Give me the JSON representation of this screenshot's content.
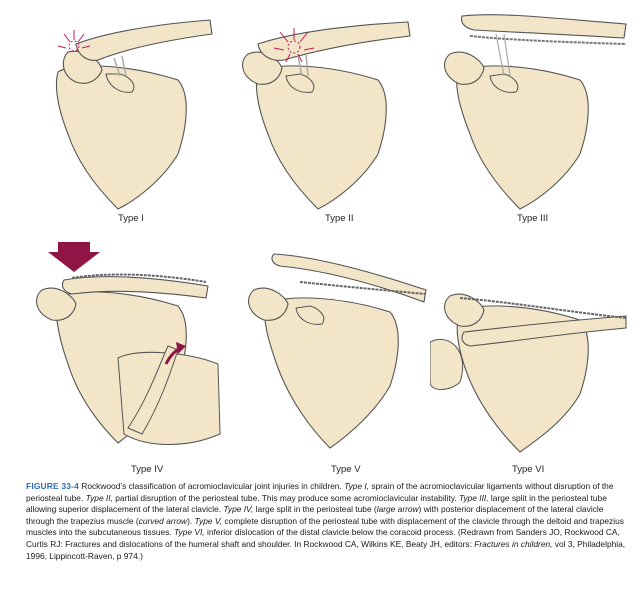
{
  "figure": {
    "panels": [
      {
        "label": "Type I"
      },
      {
        "label": "Type II"
      },
      {
        "label": "Type III"
      },
      {
        "label": "Type IV"
      },
      {
        "label": "Type V"
      },
      {
        "label": "Type VI"
      }
    ],
    "colors": {
      "bone_fill": "#f3e6c8",
      "outline": "#555555",
      "ligament": "#d9dcdc",
      "injury": "#c2185b",
      "arrow": "#8e1546",
      "caption_label": "#2a6fb5"
    },
    "caption": {
      "label": "FIGURE 33-4",
      "segments": [
        {
          "text": " Rockwood’s classification of acromioclavicular joint injuries in children. ",
          "italic": false
        },
        {
          "text": "Type I,",
          "italic": true
        },
        {
          "text": " sprain of the acromioclavicular ligaments without disruption of the periosteal tube. ",
          "italic": false
        },
        {
          "text": "Type II,",
          "italic": true
        },
        {
          "text": " partial disruption of the periosteal tube. This may produce some acromioclavicular instability. ",
          "italic": false
        },
        {
          "text": "Type III,",
          "italic": true
        },
        {
          "text": " large split in the periosteal tube allowing superior displacement of the lateral clavicle. ",
          "italic": false
        },
        {
          "text": "Type IV,",
          "italic": true
        },
        {
          "text": " large split in the periosteal tube (",
          "italic": false
        },
        {
          "text": "large arrow",
          "italic": true
        },
        {
          "text": ") with posterior displacement of the lateral clavicle through the trapezius muscle (",
          "italic": false
        },
        {
          "text": "curved arrow",
          "italic": true
        },
        {
          "text": "). ",
          "italic": false
        },
        {
          "text": "Type V,",
          "italic": true
        },
        {
          "text": " complete disruption of the periosteal tube with displacement of the clavicle through the deltoid and trapezius muscles into the subcutaneous tissues. ",
          "italic": false
        },
        {
          "text": "Type VI,",
          "italic": true
        },
        {
          "text": " inferior dislocation of the distal clavicle below the coracoid process. (Redrawn from Sanders JO, Rockwood CA, Curtis RJ: Fractures and dislocations of the humeral shaft and shoulder. In Rockwood CA, Wilkins KE, Beaty JH, editors: ",
          "italic": false
        },
        {
          "text": "Fractures in children,",
          "italic": true
        },
        {
          "text": " vol 3, Philadelphia, 1996, Lippincott-Raven, p 974.)",
          "italic": false
        }
      ]
    }
  }
}
